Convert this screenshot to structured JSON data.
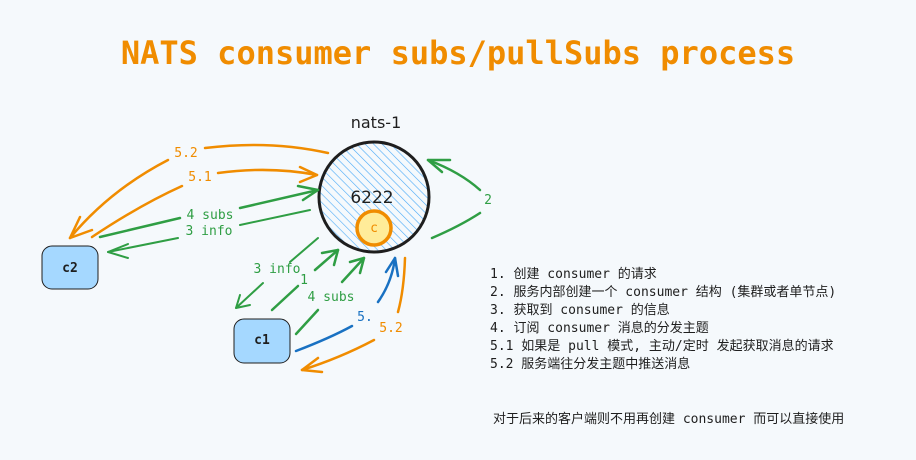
{
  "title": "NATS consumer subs/pullSubs process",
  "colors": {
    "background": "#f5f9fc",
    "title": "#f08c00",
    "green": "#2f9e44",
    "orange": "#f08c00",
    "blue": "#1971c2",
    "client_fill": "#a5d8ff",
    "consumer_fill": "#ffec99",
    "hatch": "#4dabf7",
    "stroke": "#1e1e1e"
  },
  "server": {
    "name": "nats-1",
    "port": "6222",
    "consumer_label": "c"
  },
  "clients": [
    {
      "id": "c1",
      "label": "c1"
    },
    {
      "id": "c2",
      "label": "c2"
    }
  ],
  "arrows": {
    "c2_5_2": "5.2",
    "c2_5_1": "5.1",
    "c2_4": "4 subs",
    "c2_3": "3 info",
    "self_2": "2",
    "c1_3": "3 info",
    "c1_1": "1",
    "c1_4": "4 subs",
    "c1_5_1": "5.",
    "c1_5_2": "5.2"
  },
  "legend": [
    "1. 创建 consumer 的请求",
    "2. 服务内部创建一个 consumer 结构 (集群或者单节点)",
    "3. 获取到 consumer 的信息",
    "4. 订阅 consumer 消息的分发主题",
    "5.1 如果是 pull 模式, 主动/定时 发起获取消息的请求",
    "5.2 服务端往分发主题中推送消息"
  ],
  "note": "对于后来的客户端则不用再创建 consumer 而可以直接使用"
}
